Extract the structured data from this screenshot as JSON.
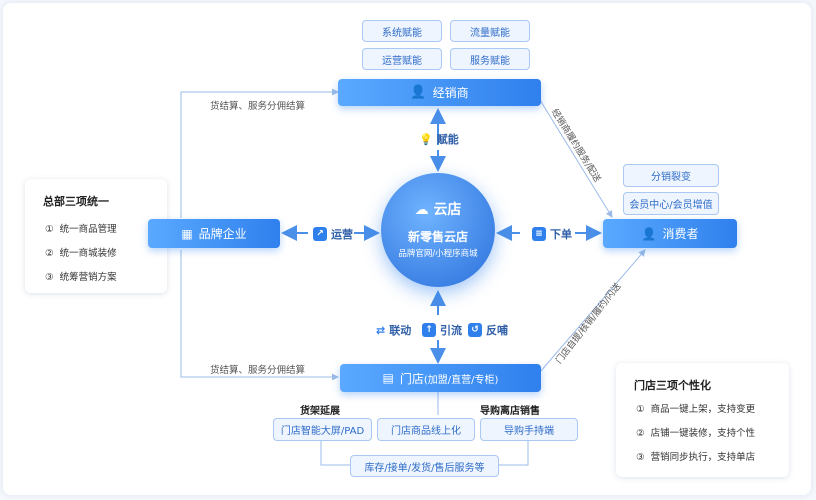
{
  "center": {
    "logo": "云店",
    "title": "新零售云店",
    "subtitle": "品牌官网/小程序商城"
  },
  "nodes": {
    "distributor": "经销商",
    "brand": "品牌企业",
    "consumer": "消费者",
    "store": "门店",
    "store_suffix": "(加盟/直营/专柜)"
  },
  "distributor_chips": [
    "系统赋能",
    "流量赋能",
    "运营赋能",
    "服务赋能"
  ],
  "consumer_chips": [
    "分销裂变",
    "会员中心/会员增值"
  ],
  "links": {
    "empower": "赋能",
    "operate": "运营",
    "order": "下单",
    "linkage": "联动",
    "traffic": "引流",
    "feedback": "反哺"
  },
  "edge_labels": {
    "top": "货结算、服务分佣结算",
    "bottom": "货结算、服务分佣结算",
    "distributor_consumer": "经销商履约服务/配送",
    "store_consumer": "门店自提/核销/履约/闪送"
  },
  "hq_card": {
    "title": "总部三项统一",
    "items": [
      {
        "num": "①",
        "text": "统一商品管理"
      },
      {
        "num": "②",
        "text": "统一商城装修"
      },
      {
        "num": "③",
        "text": "统筹营销方案"
      }
    ]
  },
  "store_card": {
    "title": "门店三项个性化",
    "items": [
      {
        "num": "①",
        "text": "商品一键上架，支持变更"
      },
      {
        "num": "②",
        "text": "店铺一键装修，支持个性"
      },
      {
        "num": "③",
        "text": "营销同步执行，支持单店"
      }
    ]
  },
  "bottom": {
    "shelf_title": "货架延展",
    "guide_title": "导购离店销售",
    "chips": [
      "门店智能大屏/PAD",
      "门店商品线上化",
      "导购手持端"
    ],
    "service": "库存/接单/发货/售后服务等"
  }
}
